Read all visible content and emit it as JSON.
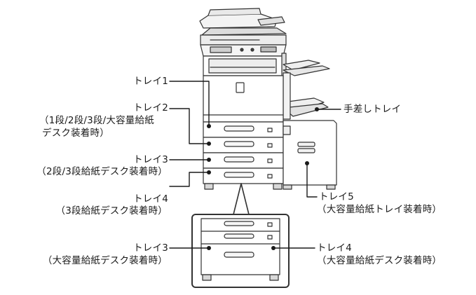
{
  "labels": {
    "tray1": "トレイ1",
    "tray2": "トレイ2",
    "tray2_note_line1": "（1段/2段/3段/大容量給紙",
    "tray2_note_line2": "デスク装着時）",
    "tray3": "トレイ3",
    "tray3_note": "（2段/3段給紙デスク装着時）",
    "tray4": "トレイ4",
    "tray4_note": "（3段給紙デスク装着時）",
    "tray3_hc": "トレイ3",
    "tray3_hc_note": "（大容量給紙デスク装着時）",
    "bypass": "手差しトレイ",
    "tray5": "トレイ5",
    "tray5_note": "（大容量給紙トレイ装着時）",
    "tray4_hc": "トレイ4",
    "tray4_hc_note": "（大容量給紙デスク装着時）"
  }
}
